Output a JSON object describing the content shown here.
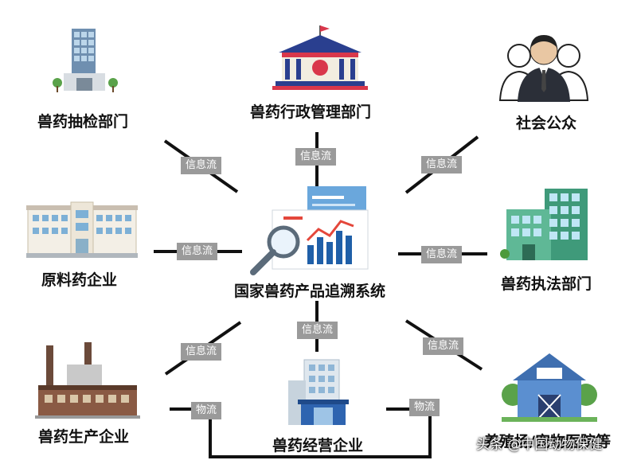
{
  "center": {
    "label": "国家兽药产品追溯系统"
  },
  "nodes": {
    "inspection": "兽药抽检部门",
    "admin": "兽药行政管理部门",
    "public": "社会公众",
    "raw_material": "原料药企业",
    "law_enforcement": "兽药执法部门",
    "producer": "兽药生产企业",
    "distributor": "兽药经营企业",
    "farm": "养殖场/宠物医院等"
  },
  "flows": {
    "info": "信息流",
    "logistics": "物流"
  },
  "watermark": "头条 @中国动物保健"
}
